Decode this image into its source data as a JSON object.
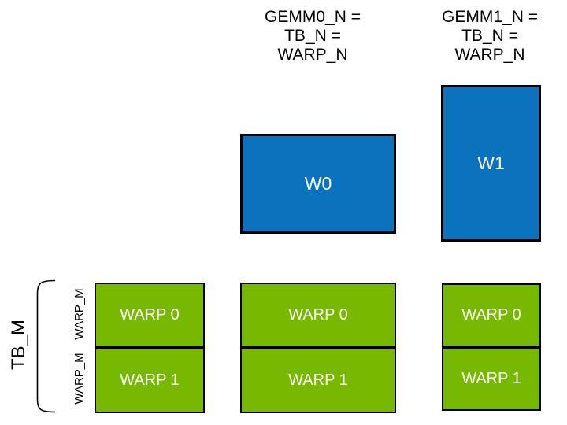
{
  "colors": {
    "blue": "#0B73BE",
    "green": "#76B900",
    "border": "#000000",
    "text_on_fill": "#FFFFFF",
    "label_text": "#000000"
  },
  "top_labels": [
    {
      "id": "gemm0",
      "text": "GEMM0_N =\nTB_N =\nWARP_N"
    },
    {
      "id": "gemm1",
      "text": "GEMM1_N =\nTB_N =\nWARP_N"
    }
  ],
  "warp_tiles": [
    {
      "label": "W0"
    },
    {
      "label": "W1"
    }
  ],
  "side_labels": {
    "tb_m": "TB_M",
    "warp_m_top": "WARP_M",
    "warp_m_bottom": "WARP_M"
  },
  "warp_columns": [
    {
      "cells": [
        {
          "label": "WARP 0"
        },
        {
          "label": "WARP 1"
        }
      ]
    },
    {
      "cells": [
        {
          "label": "WARP 0"
        },
        {
          "label": "WARP 1"
        }
      ]
    },
    {
      "cells": [
        {
          "label": "WARP 0"
        },
        {
          "label": "WARP 1"
        }
      ]
    }
  ]
}
